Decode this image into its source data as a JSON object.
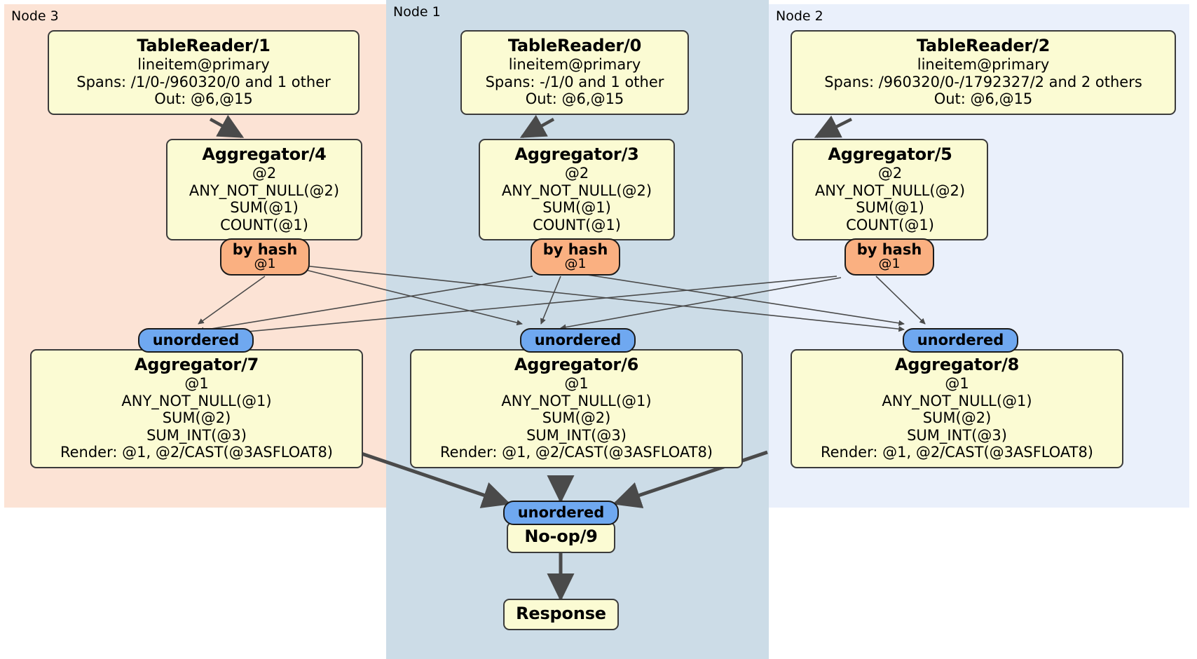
{
  "diagram": {
    "type": "distributed-query-plan",
    "colors": {
      "node3_bg": "#fce3d5",
      "node1_bg": "#ccdce7",
      "node2_bg": "#eaf0fb",
      "processor_bg": "#fbfbd3",
      "hash_router_bg": "#fab081",
      "unordered_sync_bg": "#6fa8f0",
      "edge": "#4a4a4a"
    },
    "regions": [
      {
        "id": "node3",
        "label": "Node 3"
      },
      {
        "id": "node1",
        "label": "Node 1"
      },
      {
        "id": "node2",
        "label": "Node 2"
      }
    ],
    "processors": {
      "tablereader1": {
        "title": "TableReader/1",
        "lines": [
          "lineitem@primary",
          "Spans: /1/0-/960320/0 and 1 other",
          "Out: @6,@15"
        ]
      },
      "tablereader0": {
        "title": "TableReader/0",
        "lines": [
          "lineitem@primary",
          "Spans: -/1/0 and 1 other",
          "Out: @6,@15"
        ]
      },
      "tablereader2": {
        "title": "TableReader/2",
        "lines": [
          "lineitem@primary",
          "Spans: /960320/0-/1792327/2 and 2 others",
          "Out: @6,@15"
        ]
      },
      "aggregator4": {
        "title": "Aggregator/4",
        "lines": [
          "@2",
          "ANY_NOT_NULL(@2)",
          "SUM(@1)",
          "COUNT(@1)"
        ]
      },
      "aggregator3": {
        "title": "Aggregator/3",
        "lines": [
          "@2",
          "ANY_NOT_NULL(@2)",
          "SUM(@1)",
          "COUNT(@1)"
        ]
      },
      "aggregator5": {
        "title": "Aggregator/5",
        "lines": [
          "@2",
          "ANY_NOT_NULL(@2)",
          "SUM(@1)",
          "COUNT(@1)"
        ]
      },
      "aggregator7": {
        "title": "Aggregator/7",
        "lines": [
          "@1",
          "ANY_NOT_NULL(@1)",
          "SUM(@2)",
          "SUM_INT(@3)",
          "Render: @1, @2/CAST(@3ASFLOAT8)"
        ]
      },
      "aggregator6": {
        "title": "Aggregator/6",
        "lines": [
          "@1",
          "ANY_NOT_NULL(@1)",
          "SUM(@2)",
          "SUM_INT(@3)",
          "Render: @1, @2/CAST(@3ASFLOAT8)"
        ]
      },
      "aggregator8": {
        "title": "Aggregator/8",
        "lines": [
          "@1",
          "ANY_NOT_NULL(@1)",
          "SUM(@2)",
          "SUM_INT(@3)",
          "Render: @1, @2/CAST(@3ASFLOAT8)"
        ]
      },
      "noop9": {
        "title": "No-op/9",
        "lines": []
      },
      "response": {
        "title": "Response",
        "lines": []
      }
    },
    "routers": {
      "hash_left": {
        "label": "by hash",
        "sublabel": "@1"
      },
      "hash_center": {
        "label": "by hash",
        "sublabel": "@1"
      },
      "hash_right": {
        "label": "by hash",
        "sublabel": "@1"
      }
    },
    "synchronizers": {
      "unordered_left": {
        "label": "unordered"
      },
      "unordered_center": {
        "label": "unordered"
      },
      "unordered_right": {
        "label": "unordered"
      },
      "unordered_final": {
        "label": "unordered"
      }
    }
  }
}
